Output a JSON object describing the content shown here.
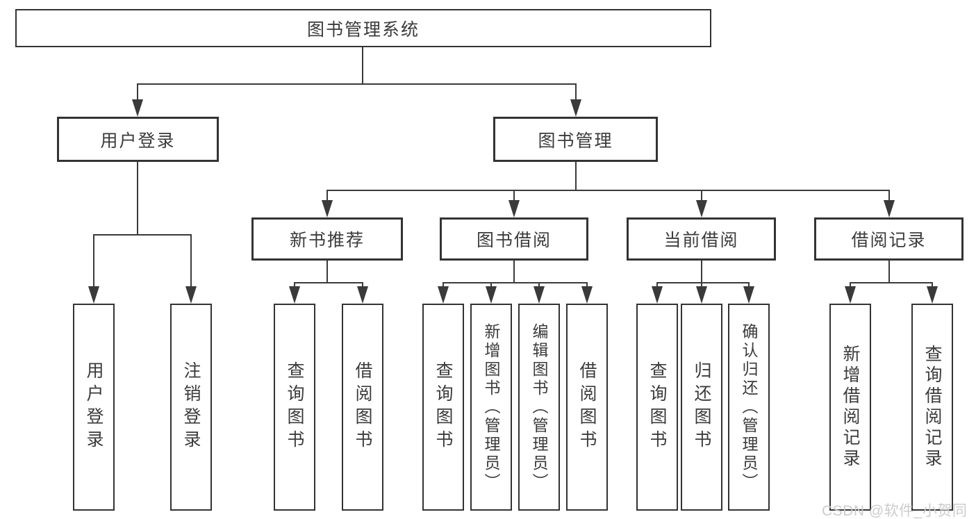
{
  "diagram": {
    "title": "图书管理系统",
    "type": "functional-structure-tree"
  },
  "nodes": {
    "root": {
      "label": "图书管理系统"
    },
    "user_login": {
      "label": "用户登录"
    },
    "book_mgmt": {
      "label": "图书管理"
    },
    "new_book_rec": {
      "label": "新书推荐"
    },
    "book_borrow": {
      "label": "图书借阅"
    },
    "current_borrow": {
      "label": "当前借阅"
    },
    "borrow_records": {
      "label": "借阅记录"
    },
    "leaf_user_login": {
      "label": "用户登录"
    },
    "leaf_logout": {
      "label": "注销登录"
    },
    "leaf_nbr_query": {
      "label": "查询图书"
    },
    "leaf_nbr_borrow": {
      "label": "借阅图书"
    },
    "leaf_bb_query": {
      "label": "查询图书"
    },
    "leaf_bb_add": {
      "label": "新增图书（管理员）"
    },
    "leaf_bb_edit": {
      "label": "编辑图书（管理员）"
    },
    "leaf_bb_borrow": {
      "label": "借阅图书"
    },
    "leaf_cb_query": {
      "label": "查询图书"
    },
    "leaf_cb_return": {
      "label": "归还图书"
    },
    "leaf_cb_confirm": {
      "label": "确认归还（管理员）"
    },
    "leaf_br_add": {
      "label": "新增借阅记录"
    },
    "leaf_br_query": {
      "label": "查询借阅记录"
    }
  },
  "hierarchy": {
    "图书管理系统": {
      "用户登录": [
        "用户登录",
        "注销登录"
      ],
      "图书管理": {
        "新书推荐": [
          "查询图书",
          "借阅图书"
        ],
        "图书借阅": [
          "查询图书",
          "新增图书（管理员）",
          "编辑图书（管理员）",
          "借阅图书"
        ],
        "当前借阅": [
          "查询图书",
          "归还图书",
          "确认归还（管理员）"
        ],
        "借阅记录": [
          "新增借阅记录",
          "查询借阅记录"
        ]
      }
    }
  },
  "watermark": {
    "text": "CSDN @软件_小贺同学",
    "color": "#c9c9c9"
  },
  "colors": {
    "background": "#ffffff",
    "box_border": "#333333",
    "connector_line": "#3a3a3a",
    "text": "#3b3b3b"
  }
}
